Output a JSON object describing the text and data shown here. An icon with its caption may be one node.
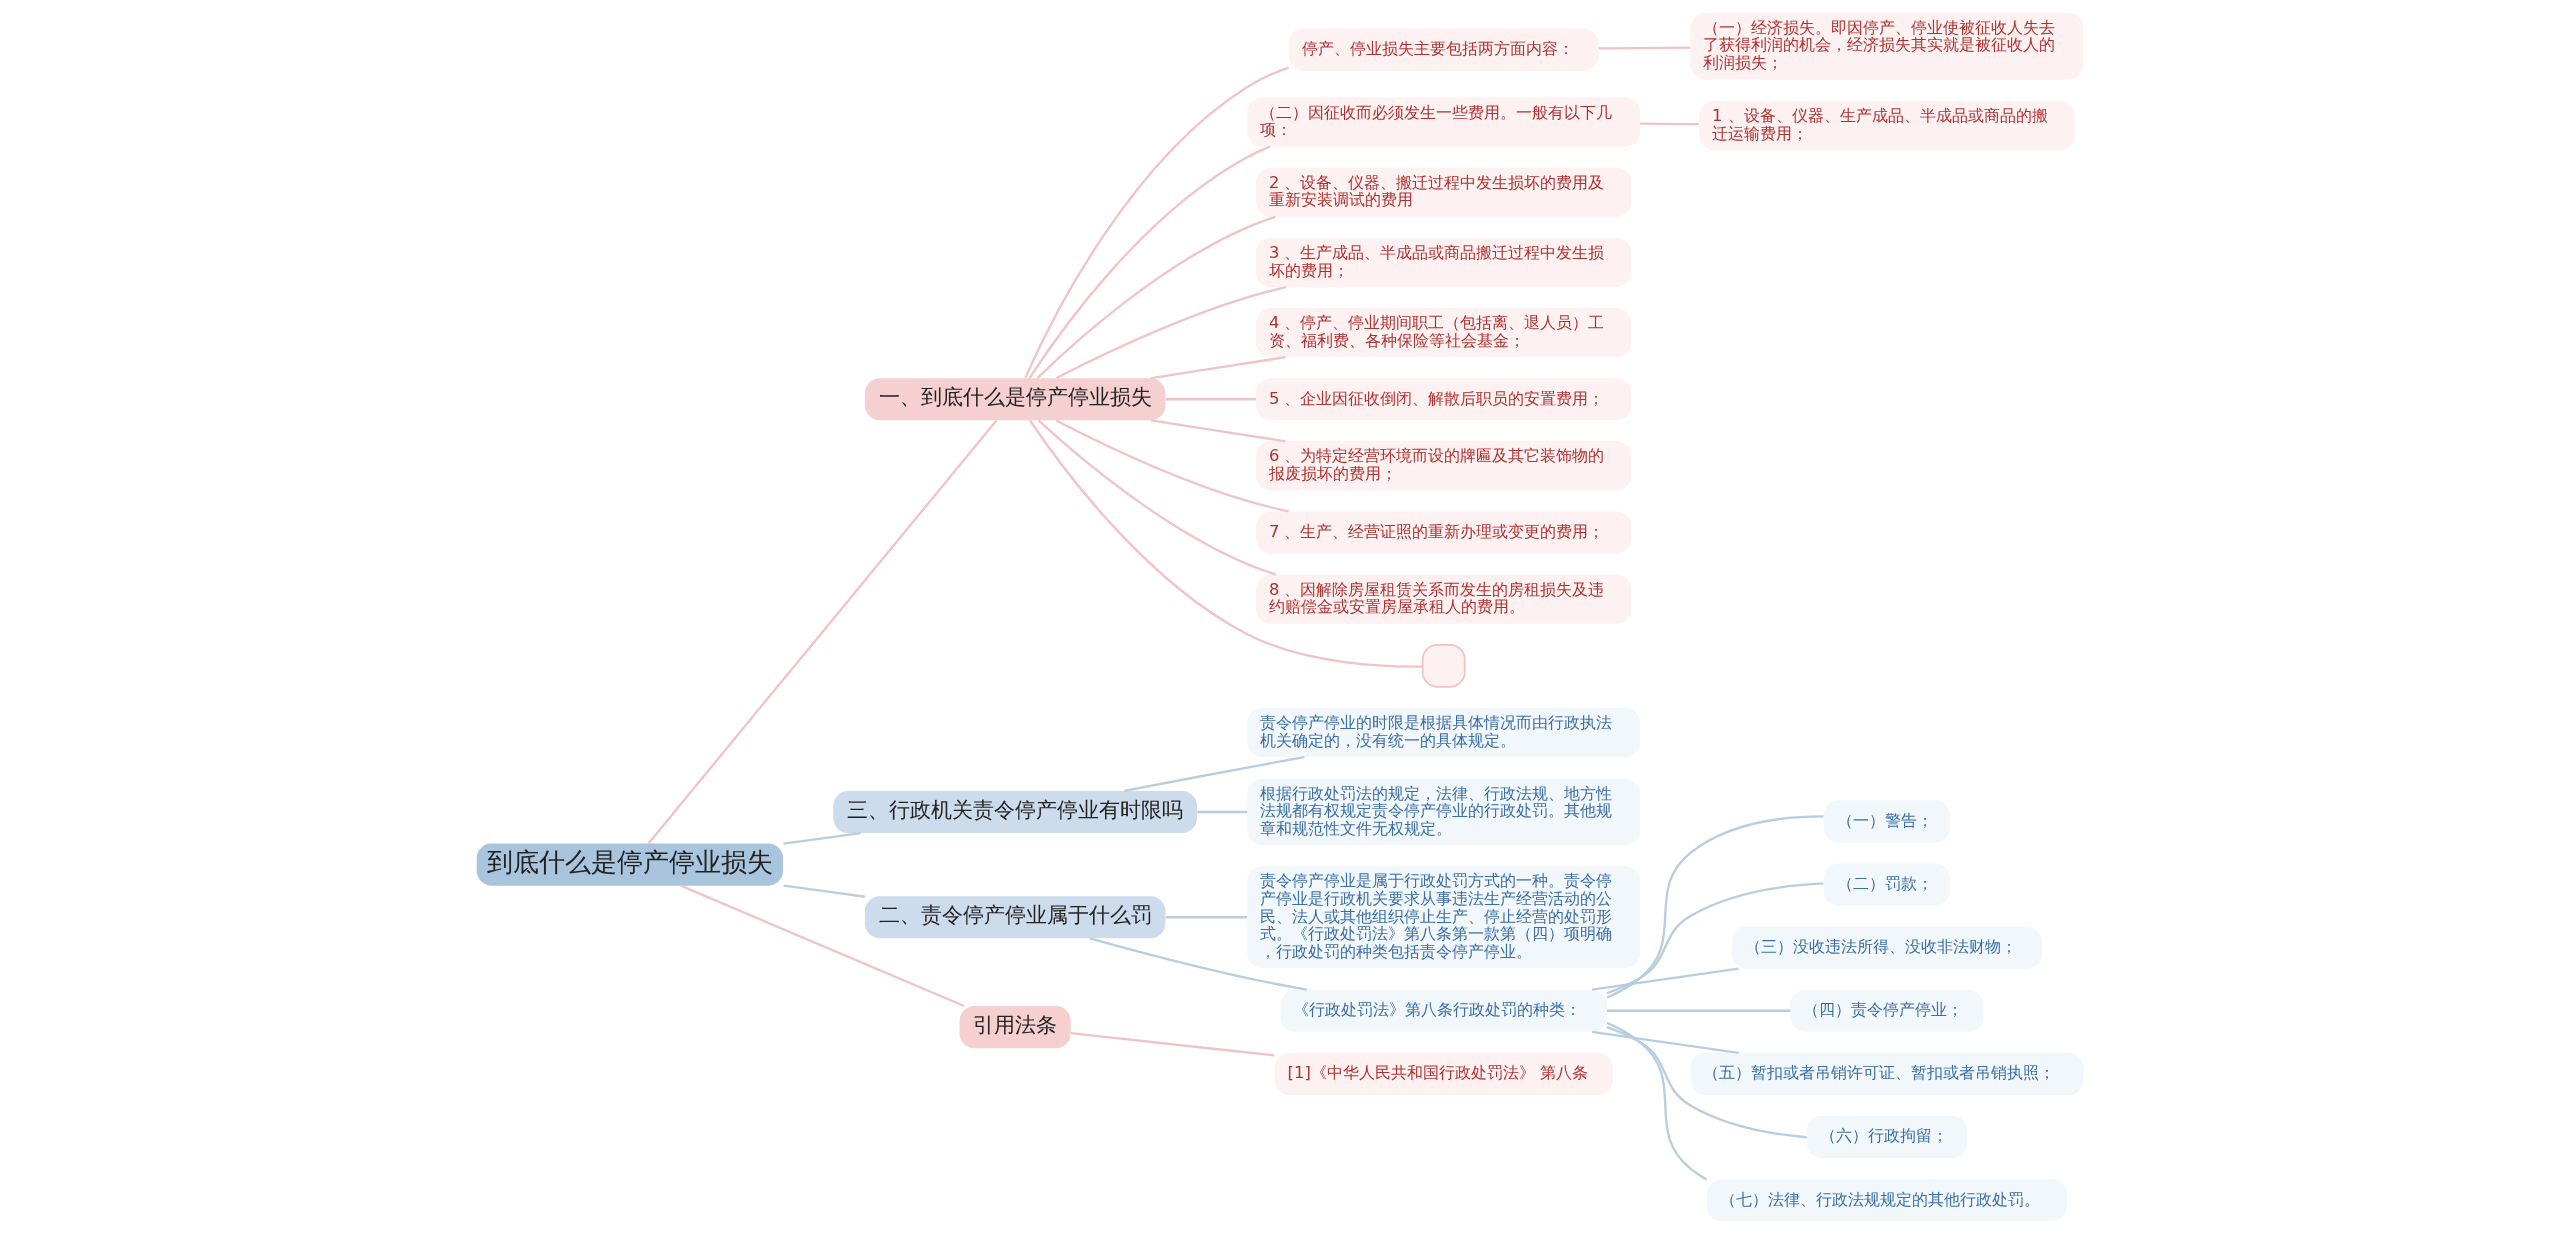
{
  "diagram": {
    "nodes": [
      {
        "text": [
          "到底什么是停产停业损失"
        ]
      },
      {
        "text": [
          "一、到底什么是停产停业损失"
        ]
      },
      {
        "text": [
          "停产、停业损失主要包括两方面内容："
        ]
      },
      {
        "text": [
          "（一）经济损失。即因停产、停业使被征收人失去了获得利润的机会，经济损失其实就是被征收人的利润损失；"
        ]
      },
      {
        "text": [
          "（二）因征收而必须发生一些费用。一般有以下几项："
        ]
      },
      {
        "text": [
          "1 、设备、仪器、生产成品、半成品或商品的搬迁运输费用；"
        ]
      },
      {
        "text": [
          "2 、设备、仪器、搬迁过程中发生损坏的费用及重新安装调试的费用"
        ]
      },
      {
        "text": [
          "3 、生产成品、半成品或商品搬迁过程中发生损坏的费用；"
        ]
      },
      {
        "text": [
          "4 、停产、停业期间职工（包括离、退人员）工资、福利费、各种保险等社会基金；"
        ]
      },
      {
        "text": [
          "5 、企业因征收倒闭、解散后职员的安置费用；"
        ]
      },
      {
        "text": [
          "6 、为特定经营环境而设的牌匾及其它装饰物的报废损坏的费用；"
        ]
      },
      {
        "text": [
          "7 、生产、经营证照的重新办理或变更的费用；"
        ]
      },
      {
        "text": [
          "8 、因解除房屋租赁关系而发生的房租损失及违约赔偿金或安置房屋承租人的费用。"
        ]
      },
      {
        "text": [],
        "shape": "box"
      },
      {
        "text": [
          "三、行政机关责令停产停业有时限吗"
        ]
      },
      {
        "text": [
          "责令停产停业的时限是根据具体情况而由行政执法机关确定的，没有统一的具体规定。"
        ]
      },
      {
        "text": [
          "根据行政处罚法的规定，法律、行政法规、地方性法规都有权规定责令停产停业的行政处罚。其他规章和规范性文件无权规定。"
        ]
      },
      {
        "text": [
          "二、责令停产停业属于什么罚"
        ]
      },
      {
        "text": [
          "责令停产停业是属于行政处罚方式的一种。责令停产停业是行政机关要求从事违法生产经营活动的公民、法人或其他组织停止生产、停止经营的处罚形式。《行政处罚法》第八条第一款第（四）项明确，行政处罚的种类包括责令停产停业。"
        ]
      },
      {
        "text": [
          "《行政处罚法》第八条行政处罚的种类："
        ]
      },
      {
        "text": [
          "（一）警告；"
        ]
      },
      {
        "text": [
          "（二）罚款；"
        ]
      },
      {
        "text": [
          "（三）没收违法所得、没收非法财物；"
        ]
      },
      {
        "text": [
          "（四）责令停产停业；"
        ]
      },
      {
        "text": [
          "（五）暂扣或者吊销许可证、暂扣或者吊销执照；"
        ]
      },
      {
        "text": [
          "（六）行政拘留；"
        ]
      },
      {
        "text": [
          "（七）法律、行政法规规定的其他行政处罚。"
        ]
      },
      {
        "text": [
          "引用法条"
        ]
      },
      {
        "text": [
          "[1]《中华人民共和国行政处罚法》 第八条"
        ]
      }
    ],
    "edges": [
      {
        "from": 0,
        "to": 1,
        "arrow": "none"
      },
      {
        "from": 1,
        "to": 2,
        "arrow": "none"
      },
      {
        "from": 2,
        "to": 3,
        "arrow": "none"
      },
      {
        "from": 1,
        "to": 4,
        "arrow": "none"
      },
      {
        "from": 4,
        "to": 5,
        "arrow": "none"
      },
      {
        "from": 1,
        "to": 6,
        "arrow": "none"
      },
      {
        "from": 1,
        "to": 7,
        "arrow": "none"
      },
      {
        "from": 1,
        "to": 8,
        "arrow": "none"
      },
      {
        "from": 1,
        "to": 9,
        "arrow": "none"
      },
      {
        "from": 1,
        "to": 10,
        "arrow": "none"
      },
      {
        "from": 1,
        "to": 11,
        "arrow": "none"
      },
      {
        "from": 1,
        "to": 12,
        "arrow": "none"
      },
      {
        "from": 1,
        "to": 13,
        "arrow": "none"
      },
      {
        "from": 0,
        "to": 14,
        "arrow": "none",
        "color": "#b8cde0"
      },
      {
        "from": 14,
        "to": 15,
        "arrow": "none",
        "color": "#b8cde0"
      },
      {
        "from": 14,
        "to": 16,
        "arrow": "none",
        "color": "#b8cde0"
      },
      {
        "from": 0,
        "to": 17,
        "arrow": "none",
        "color": "#b8cde0"
      },
      {
        "from": 17,
        "to": 18,
        "arrow": "none",
        "color": "#b8cde0"
      },
      {
        "from": 17,
        "to": 19,
        "arrow": "none",
        "color": "#b8cde0"
      },
      {
        "from": 19,
        "to": 20,
        "arrow": "none",
        "color": "#b8cde0"
      },
      {
        "from": 19,
        "to": 21,
        "arrow": "none",
        "color": "#b8cde0"
      },
      {
        "from": 19,
        "to": 22,
        "arrow": "none",
        "color": "#b8cde0"
      },
      {
        "from": 19,
        "to": 23,
        "arrow": "none",
        "color": "#b8cde0"
      },
      {
        "from": 19,
        "to": 24,
        "arrow": "none",
        "color": "#b8cde0"
      },
      {
        "from": 19,
        "to": 25,
        "arrow": "none",
        "color": "#b8cde0"
      },
      {
        "from": 19,
        "to": 26,
        "arrow": "none",
        "color": "#b8cde0"
      },
      {
        "from": 0,
        "to": 27,
        "arrow": "none"
      },
      {
        "from": 27,
        "to": 28,
        "arrow": "none"
      }
    ]
  }
}
